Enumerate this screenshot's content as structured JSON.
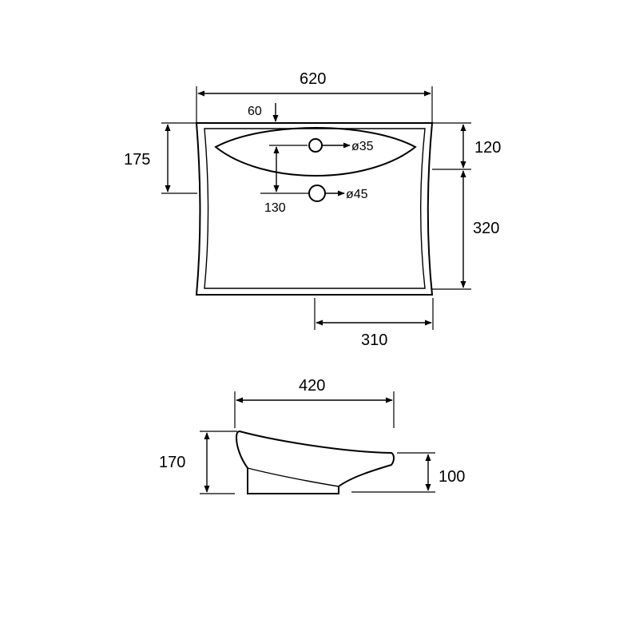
{
  "top_view": {
    "dimensions": {
      "overall_width": "620",
      "tap_offset": "60",
      "tap_hole_position": "175",
      "rear_depth": "120",
      "front_depth": "320",
      "drain_offset": "310",
      "hole_spacing": "130"
    },
    "holes": {
      "tap_hole": "ø35",
      "drain_hole": "ø45"
    }
  },
  "side_view": {
    "dimensions": {
      "length": "420",
      "overall_height": "170",
      "front_height": "100"
    }
  }
}
